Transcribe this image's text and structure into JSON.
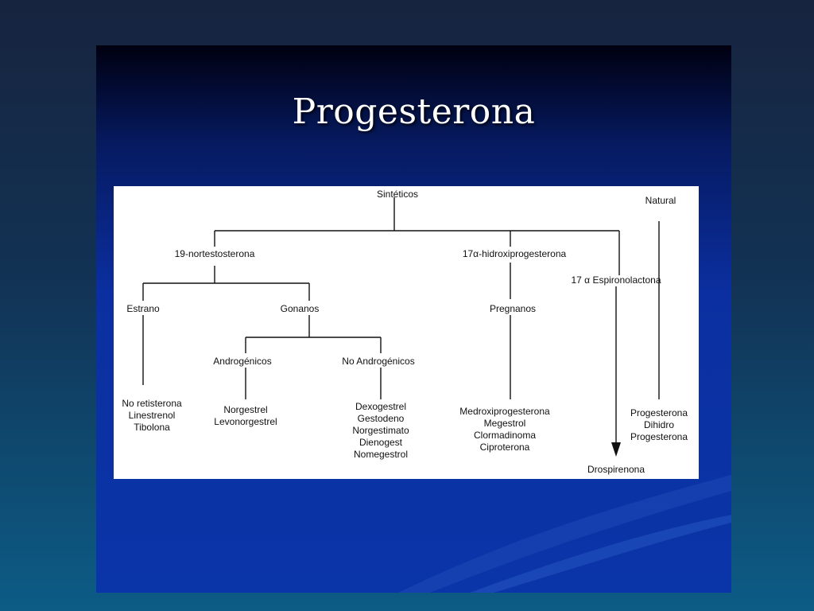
{
  "slide": {
    "title": "Progesterona"
  },
  "diagram": {
    "root": "Sintéticos",
    "natural": "Natural",
    "nortest": "19-nortestosterona",
    "hidroxi": "17α-hidroxiprogesterona",
    "espiro": "17 α Espironolactona",
    "estrano": "Estrano",
    "gonanos": "Gonanos",
    "androgenicos": "Androgénicos",
    "no_androgenicos": "No Androgénicos",
    "pregnanos": "Pregnanos",
    "estrano_list": [
      "No retisterona",
      "Linestrenol",
      "Tibolona"
    ],
    "androgenicos_list": [
      "Norgestrel",
      "Levonorgestrel"
    ],
    "no_androgenicos_list": [
      "Dexogestrel",
      "Gestodeno",
      "Norgestimato",
      "Dienogest",
      "Nomegestrol"
    ],
    "pregnanos_list": [
      "Medroxiprogesterona",
      "Megestrol",
      "Clormadinoma",
      "Ciproterona"
    ],
    "espiro_result": "Drospirenona",
    "natural_list": [
      "Progesterona",
      "Dihidro",
      "Progesterona"
    ]
  },
  "colors": {
    "background": "#123254",
    "slide_top": "#000010",
    "slide_bottom": "#0a35a8",
    "panel": "#ffffff",
    "lines": "#111111"
  }
}
